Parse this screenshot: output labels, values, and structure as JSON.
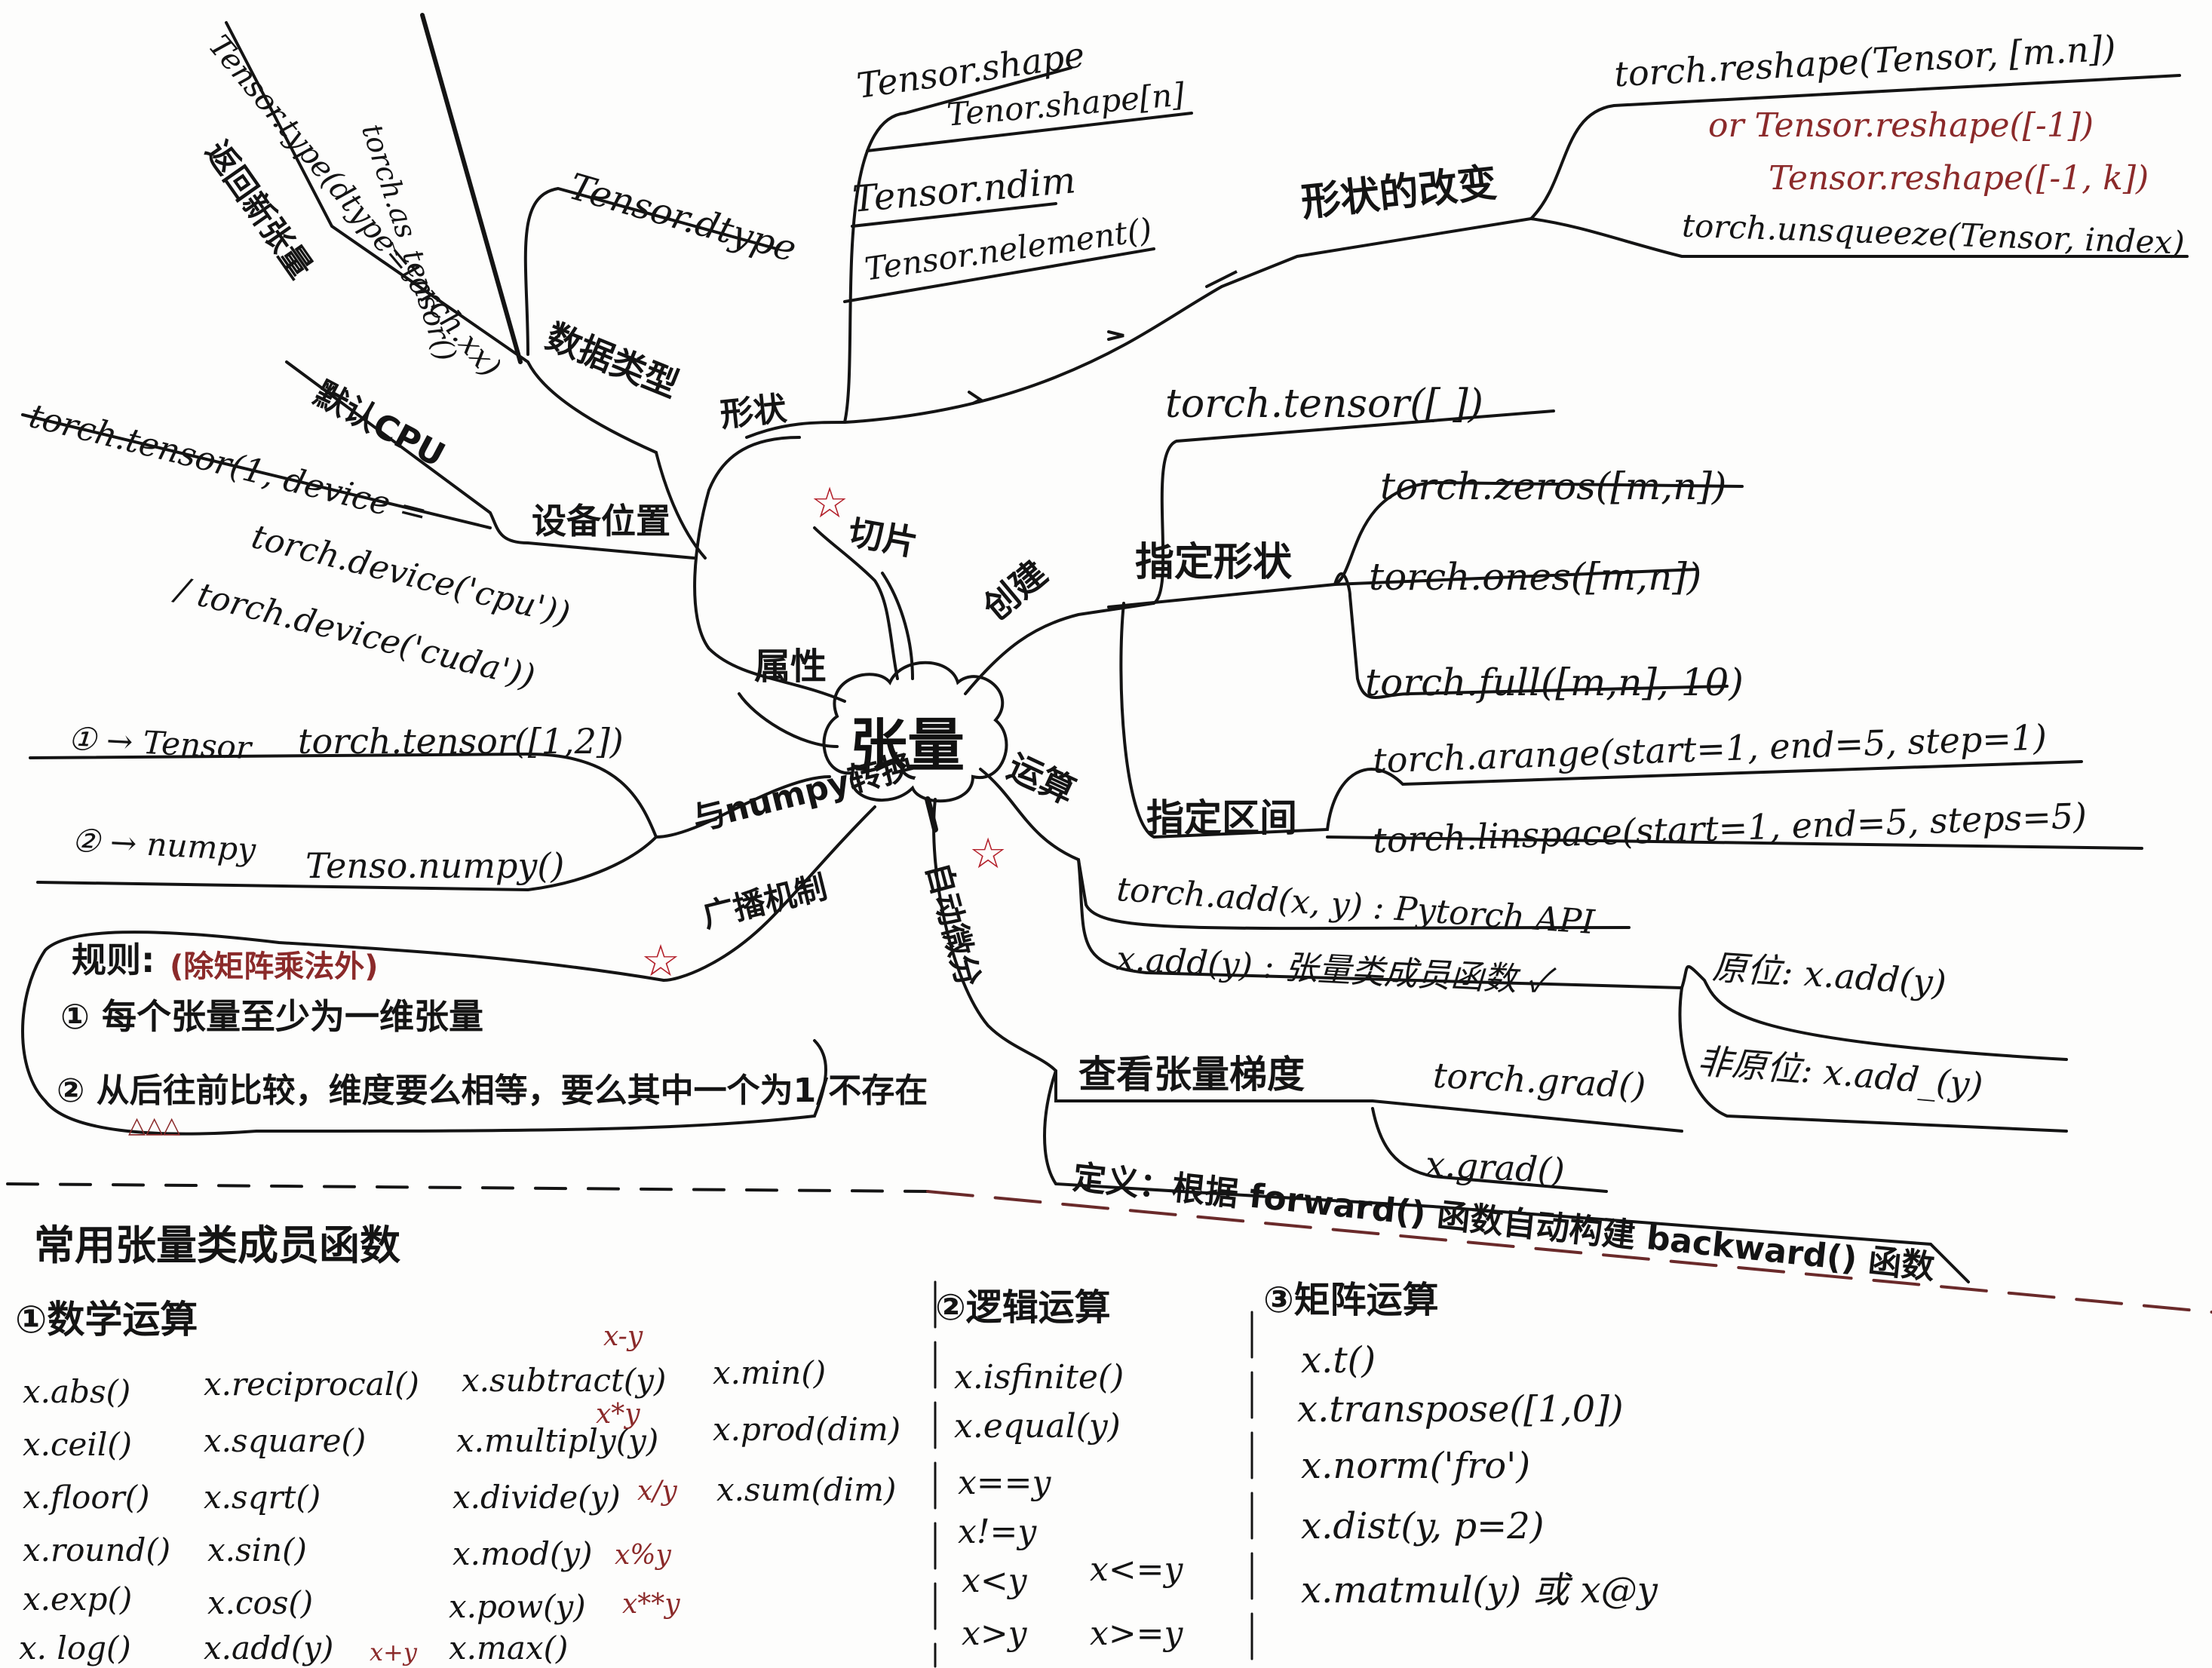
{
  "center": {
    "label": "张量"
  },
  "branches": {
    "attributes": {
      "label": "属性",
      "shape": {
        "label": "形状",
        "items": [
          "Tensor.shape",
          "Tenor.shape[n]",
          "Tensor.ndim",
          "Tensor.nelement()"
        ],
        "reshape_label": "形状的改变",
        "reshape_items": [
          "torch.reshape(Tensor, [m.n])",
          "or  Tensor.reshape([-1])",
          "Tensor.reshape([-1, k])",
          "torch.unsqueeze(Tensor, index)"
        ]
      },
      "dtype": {
        "label": "数据类型",
        "items": [
          "Tensor.dtype",
          "torch.as_tensor()",
          "Tensor.type(dtype=torch.xx)",
          "返回新张量"
        ]
      },
      "device": {
        "label": "设备位置",
        "items": [
          "默认CPU",
          "torch.tensor(1, device =",
          "torch.device('cpu'))",
          "/  torch.device('cuda'))"
        ]
      }
    },
    "slice": {
      "label": "切片",
      "star": "☆"
    },
    "create": {
      "label": "创建",
      "top_item": "torch.tensor([ ])",
      "shape_label": "指定形状",
      "shape_items": [
        "torch.zeros([m,n])",
        "torch.ones([m,n])",
        "torch.full([m,n], 10)"
      ],
      "range_label": "指定区间",
      "range_items": [
        "torch.arange(start=1, end=5, step=1)",
        "torch.linspace(start=1, end=5, steps=5)"
      ]
    },
    "ops": {
      "label": "运算",
      "items": [
        "torch.add(x, y) : Pytorch API",
        "x.add(y) : 张量类成员函数 ✓"
      ],
      "inplace_label": "原位: x.add(y)",
      "notinplace_label": "非原位: x.add_(y)"
    },
    "autograd": {
      "label": "自动微分",
      "star": "☆",
      "view_label": "查看张量梯度",
      "view_items": [
        "torch.grad()",
        "x.grad()"
      ],
      "definition": "定义：根据 forward() 函数自动构建 backward() 函数"
    },
    "numpy": {
      "label": "与numpy转换",
      "items": [
        "① → Tensor",
        "torch.tensor([1,2])",
        "② → numpy",
        "Tenso.numpy()"
      ]
    },
    "broadcast": {
      "label": "广播机制",
      "star": "☆",
      "rule_label": "规则:",
      "rule_note": "(除矩阵乘法外)",
      "rule1": "① 每个张量至少为一维张量",
      "rule2": "② 从后往前比较，维度要么相等，要么其中一个为1/不存在",
      "marks": "△△△"
    }
  },
  "functions": {
    "title": "常用张量类成员函数",
    "math": {
      "label": "①数学运算",
      "col1": [
        "x.abs()",
        "x.ceil()",
        "x.floor()",
        "x.round()",
        "x.exp()",
        "x. log()"
      ],
      "col2": [
        "x.reciprocal()",
        "x.square()",
        "x.sqrt()",
        "x.sin()",
        "x.cos()",
        "x.add(y)"
      ],
      "col3": [
        "x.subtract(y)",
        "x.multiply(y)",
        "x.divide(y)",
        "x.mod(y)",
        "x.pow(y)",
        "x.max()"
      ],
      "col3_notes": [
        "x-y",
        "x*y",
        "x/y",
        "x%y",
        "x**y",
        "x+y"
      ],
      "col4": [
        "x.min()",
        "x.prod(dim)",
        "x.sum(dim)"
      ]
    },
    "logic": {
      "label": "②逻辑运算",
      "items": [
        "x.isfinite()",
        "x.equal(y)",
        "x==y",
        "x!=y",
        "x<y",
        "x<=y",
        "x>y",
        "x>=y"
      ]
    },
    "matrix": {
      "label": "③矩阵运算",
      "items": [
        "x.t()",
        "x.transpose([1,0])",
        "x.norm('fro')",
        "x.dist(y, p=2)",
        "x.matmul(y) 或 x@y"
      ]
    }
  },
  "colors": {
    "ink": "#141414",
    "red": "#8b2a2a",
    "star": "#b3202a"
  }
}
